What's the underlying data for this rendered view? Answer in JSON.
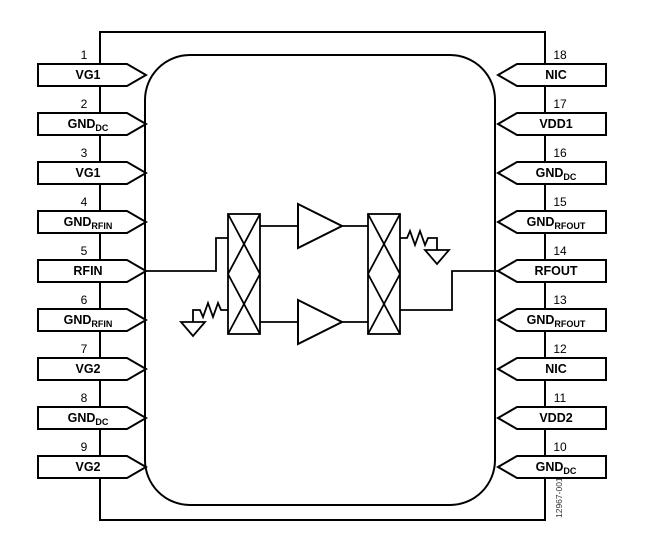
{
  "figure": {
    "code": "12967-001"
  },
  "colors": {
    "line": "#000000",
    "background": "#ffffff"
  },
  "pins": {
    "left": [
      {
        "number": "1",
        "name": "VG1",
        "sub": ""
      },
      {
        "number": "2",
        "name": "GND",
        "sub": "DC"
      },
      {
        "number": "3",
        "name": "VG1",
        "sub": ""
      },
      {
        "number": "4",
        "name": "GND",
        "sub": "RFIN"
      },
      {
        "number": "5",
        "name": "RFIN",
        "sub": ""
      },
      {
        "number": "6",
        "name": "GND",
        "sub": "RFIN"
      },
      {
        "number": "7",
        "name": "VG2",
        "sub": ""
      },
      {
        "number": "8",
        "name": "GND",
        "sub": "DC"
      },
      {
        "number": "9",
        "name": "VG2",
        "sub": ""
      }
    ],
    "right": [
      {
        "number": "18",
        "name": "NIC",
        "sub": ""
      },
      {
        "number": "17",
        "name": "VDD1",
        "sub": ""
      },
      {
        "number": "16",
        "name": "GND",
        "sub": "DC"
      },
      {
        "number": "15",
        "name": "GND",
        "sub": "RFOUT"
      },
      {
        "number": "14",
        "name": "RFOUT",
        "sub": ""
      },
      {
        "number": "13",
        "name": "GND",
        "sub": "RFOUT"
      },
      {
        "number": "12",
        "name": "NIC",
        "sub": ""
      },
      {
        "number": "11",
        "name": "VDD2",
        "sub": ""
      },
      {
        "number": "10",
        "name": "GND",
        "sub": "DC"
      }
    ]
  }
}
